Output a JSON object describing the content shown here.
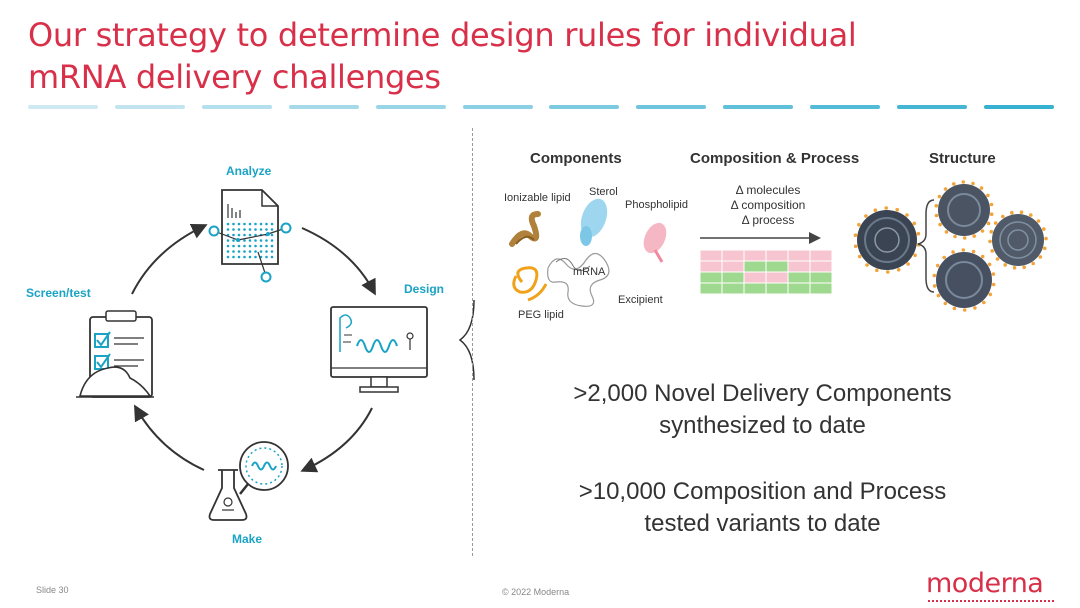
{
  "slide": {
    "title_line1": "Our strategy to determine design rules for individual",
    "title_line2": "mRNA delivery challenges",
    "dash_colors": [
      "#cfe9f2",
      "#c2e4ef",
      "#b4dfec",
      "#a6dae9",
      "#98d5e6",
      "#8acfe3",
      "#7ccae0",
      "#6ec5dd",
      "#60c0da",
      "#52bbd7",
      "#44b6d4",
      "#36b1d1"
    ]
  },
  "cycle": {
    "analyze": "Analyze",
    "design": "Design",
    "make": "Make",
    "screen": "Screen/test"
  },
  "panel": {
    "components": "Components",
    "composition": "Composition & Process",
    "structure": "Structure",
    "ionizable_lipid": "Ionizable lipid",
    "sterol": "Sterol",
    "phospholipid": "Phospholipid",
    "mrna": "mRNA",
    "excipient": "Excipient",
    "peg_lipid": "PEG lipid",
    "delta_molecules": "Δ molecules",
    "delta_composition": "Δ composition",
    "delta_process": "Δ process"
  },
  "stats": {
    "line1": ">2,000 Novel Delivery Components",
    "line2": "synthesized to date",
    "line3": ">10,000 Composition and Process",
    "line4": "tested variants to date"
  },
  "footer": {
    "slide_number": "Slide 30",
    "copyright": "© 2022 Moderna",
    "logo": "moderna"
  },
  "colors": {
    "brand_red": "#d9304a",
    "cycle_blue": "#1aa3c4",
    "text": "#333333"
  }
}
